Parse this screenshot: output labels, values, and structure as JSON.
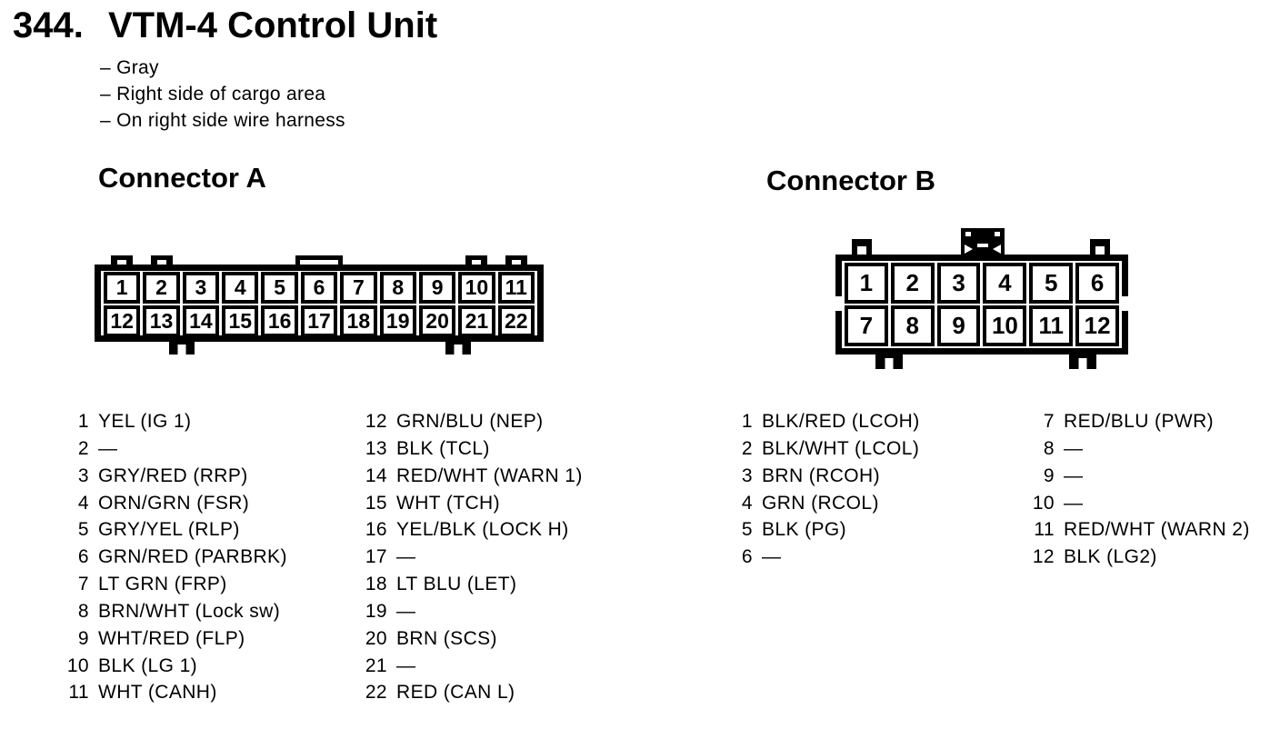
{
  "page": {
    "section_number": "344.",
    "title": "VTM-4 Control Unit",
    "notes": [
      "– Gray",
      "– Right side of cargo area",
      "– On right side wire harness"
    ]
  },
  "colors": {
    "ink": "#000000",
    "paper": "#ffffff"
  },
  "connector_a": {
    "heading": "Connector A",
    "diagram_row1": [
      "1",
      "2",
      "3",
      "4",
      "5",
      "6",
      "7",
      "8",
      "9",
      "10",
      "11"
    ],
    "diagram_row2": [
      "12",
      "13",
      "14",
      "15",
      "16",
      "17",
      "18",
      "19",
      "20",
      "21",
      "22"
    ],
    "pins_col1": [
      {
        "num": "1",
        "label": "YEL (IG 1)"
      },
      {
        "num": "2",
        "label": "—"
      },
      {
        "num": "3",
        "label": "GRY/RED (RRP)"
      },
      {
        "num": "4",
        "label": "ORN/GRN (FSR)"
      },
      {
        "num": "5",
        "label": "GRY/YEL (RLP)"
      },
      {
        "num": "6",
        "label": "GRN/RED (PARBRK)"
      },
      {
        "num": "7",
        "label": "LT GRN (FRP)"
      },
      {
        "num": "8",
        "label": "BRN/WHT (Lock sw)"
      },
      {
        "num": "9",
        "label": "WHT/RED (FLP)"
      },
      {
        "num": "10",
        "label": "BLK (LG 1)"
      },
      {
        "num": "11",
        "label": "WHT (CANH)"
      }
    ],
    "pins_col2": [
      {
        "num": "12",
        "label": "GRN/BLU (NEP)"
      },
      {
        "num": "13",
        "label": "BLK (TCL)"
      },
      {
        "num": "14",
        "label": "RED/WHT (WARN 1)"
      },
      {
        "num": "15",
        "label": "WHT (TCH)"
      },
      {
        "num": "16",
        "label": "YEL/BLK (LOCK H)"
      },
      {
        "num": "17",
        "label": "—"
      },
      {
        "num": "18",
        "label": "LT BLU (LET)"
      },
      {
        "num": "19",
        "label": "—"
      },
      {
        "num": "20",
        "label": "BRN (SCS)"
      },
      {
        "num": "21",
        "label": "—"
      },
      {
        "num": "22",
        "label": "RED (CAN L)"
      }
    ]
  },
  "connector_b": {
    "heading": "Connector B",
    "diagram_row1": [
      "1",
      "2",
      "3",
      "4",
      "5",
      "6"
    ],
    "diagram_row2": [
      "7",
      "8",
      "9",
      "10",
      "11",
      "12"
    ],
    "pins_col1": [
      {
        "num": "1",
        "label": "BLK/RED (LCOH)"
      },
      {
        "num": "2",
        "label": "BLK/WHT (LCOL)"
      },
      {
        "num": "3",
        "label": "BRN (RCOH)"
      },
      {
        "num": "4",
        "label": "GRN (RCOL)"
      },
      {
        "num": "5",
        "label": "BLK (PG)"
      },
      {
        "num": "6",
        "label": "—"
      }
    ],
    "pins_col2": [
      {
        "num": "7",
        "label": "RED/BLU (PWR)"
      },
      {
        "num": "8",
        "label": "—"
      },
      {
        "num": "9",
        "label": "—"
      },
      {
        "num": "10",
        "label": "—"
      },
      {
        "num": "11",
        "label": "RED/WHT (WARN 2)"
      },
      {
        "num": "12",
        "label": "BLK (LG2)"
      }
    ]
  }
}
